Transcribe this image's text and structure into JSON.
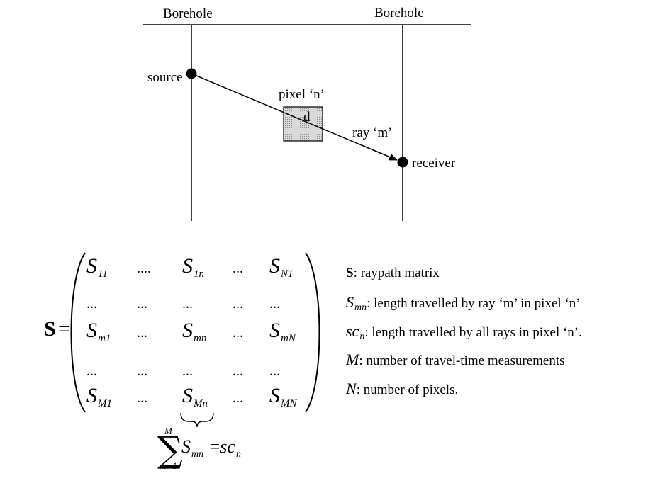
{
  "diagram": {
    "borehole_left_label": "Borehole",
    "borehole_right_label": "Borehole",
    "source_label": "source",
    "receiver_label": "receiver",
    "pixel_label": "pixel ‘n’",
    "pixel_inner_label": "d",
    "ray_label": "ray ‘m’"
  },
  "matrix": {
    "name": "S",
    "equals": "=",
    "rows": [
      [
        {
          "b": "S",
          "s": "11"
        },
        {
          "t": "...."
        },
        {
          "b": "S",
          "s": "1n"
        },
        {
          "t": "..."
        },
        {
          "b": "S",
          "s": "N1"
        }
      ],
      [
        {
          "t": "..."
        },
        {
          "t": "..."
        },
        {
          "t": "..."
        },
        {
          "t": "..."
        },
        {
          "t": "..."
        }
      ],
      [
        {
          "b": "S",
          "s": "m1"
        },
        {
          "t": "..."
        },
        {
          "b": "S",
          "s": "mn"
        },
        {
          "t": "..."
        },
        {
          "b": "S",
          "s": "mN"
        }
      ],
      [
        {
          "t": "..."
        },
        {
          "t": "..."
        },
        {
          "t": "..."
        },
        {
          "t": "..."
        },
        {
          "t": "..."
        }
      ],
      [
        {
          "b": "S",
          "s": "M1"
        },
        {
          "t": "..."
        },
        {
          "b": "S",
          "s": "Mn"
        },
        {
          "t": "..."
        },
        {
          "b": "S",
          "s": "MN"
        }
      ]
    ]
  },
  "sum_formula": {
    "upper": "M",
    "lower": "m=1",
    "sigma": "∑",
    "term_base": "S",
    "term_sub": "mn",
    "equals": "=",
    "result_base": "sc",
    "result_sub": "n"
  },
  "legend": [
    {
      "sym": "S",
      "sub": "",
      "style": "bold",
      "text": ": raypath matrix"
    },
    {
      "sym": "S",
      "sub": "mn",
      "style": "italic",
      "text": ": length travelled by ray ‘m’ in pixel ‘n’"
    },
    {
      "sym": "sc",
      "sub": "n",
      "style": "italic",
      "text": ": length travelled by all rays in pixel ‘n’."
    },
    {
      "sym": "M",
      "sub": "",
      "style": "italic",
      "text": ": number of travel-time measurements"
    },
    {
      "sym": "N",
      "sub": "",
      "style": "italic",
      "text": ": number of pixels."
    }
  ]
}
